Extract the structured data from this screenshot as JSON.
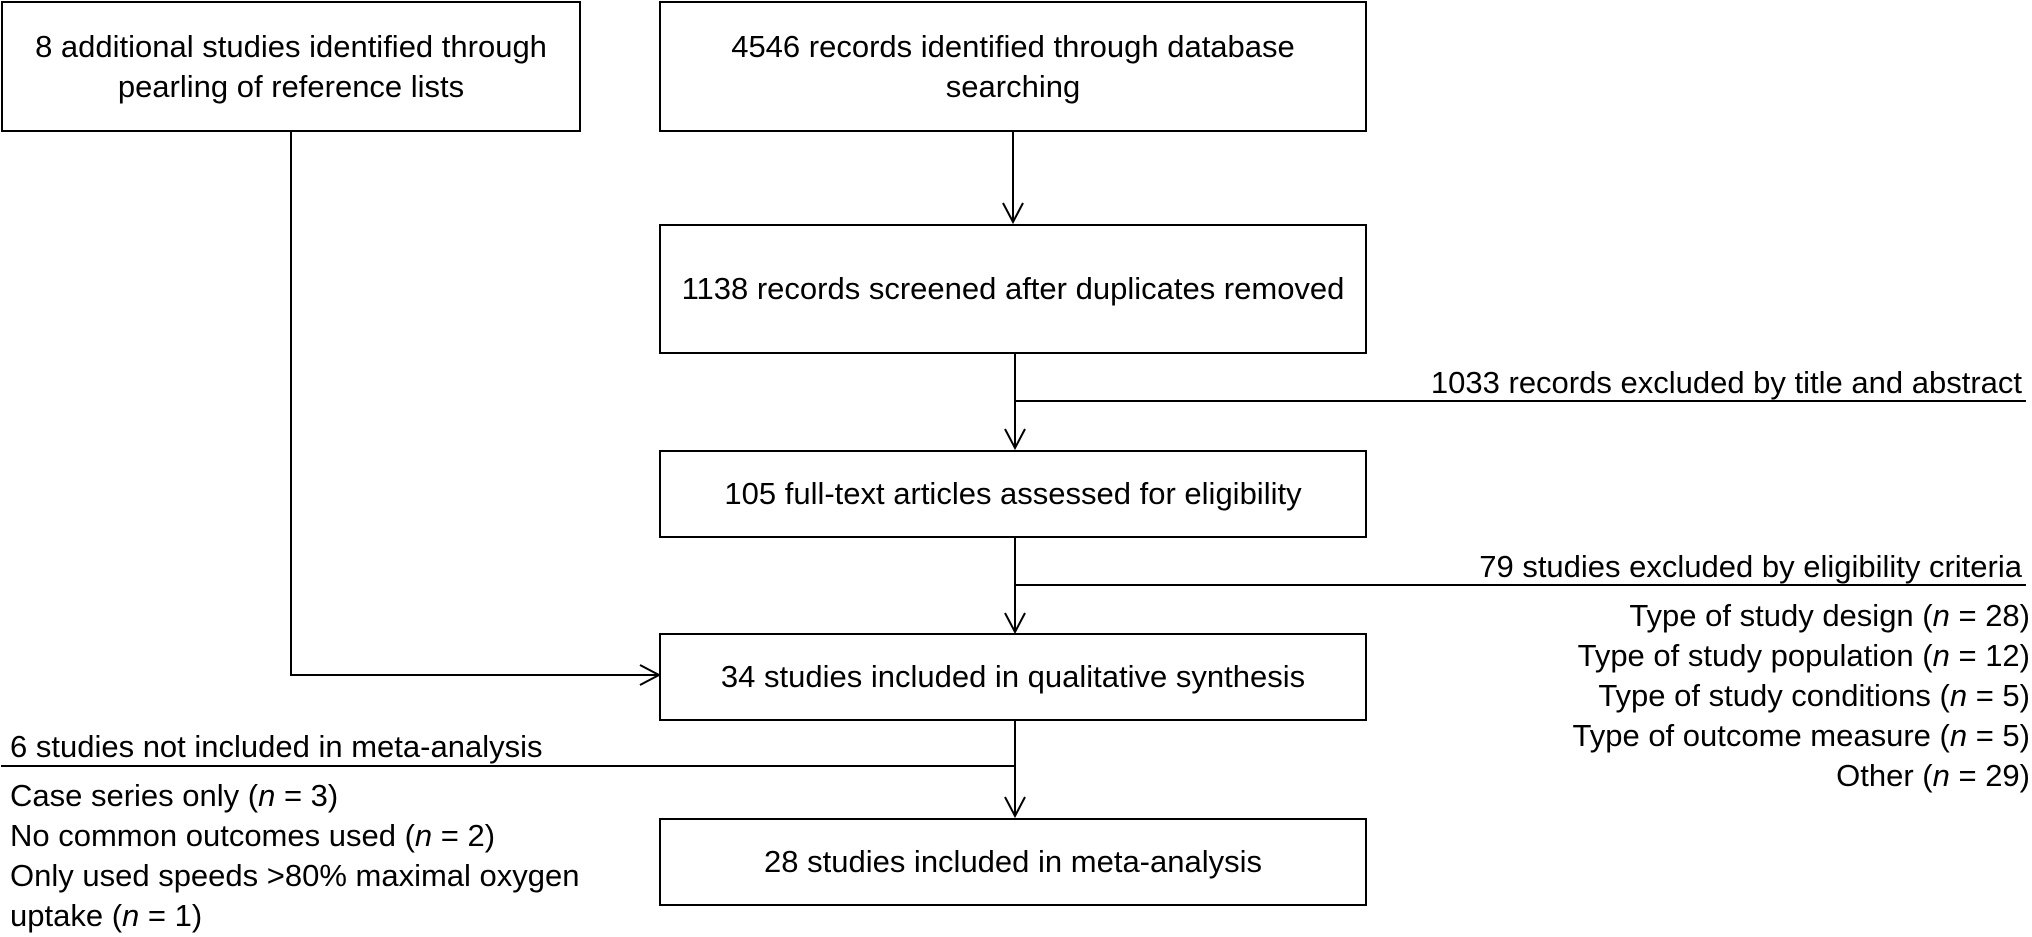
{
  "boxes": {
    "additional": "8 additional studies identified through pearling of reference lists",
    "identified": "4546 records identified through database searching",
    "screened": "1138 records screened after duplicates removed",
    "fulltext": "105 full-text articles assessed for eligibility",
    "qualitative": "34 studies included in qualitative synthesis",
    "meta": "28 studies included in meta-analysis"
  },
  "exclusions": {
    "title_abstract": "1033 records excluded by title and abstract",
    "eligibility": {
      "heading": "79 studies excluded by eligibility criteria",
      "items": [
        {
          "pre": "Type of study design (",
          "n": "n",
          "post": " = 28)"
        },
        {
          "pre": "Type of study population (",
          "n": "n",
          "post": " = 12)"
        },
        {
          "pre": "Type of study conditions (",
          "n": "n",
          "post": " = 5)"
        },
        {
          "pre": "Type of outcome measure (",
          "n": "n",
          "post": " = 5)"
        },
        {
          "pre": "Other (",
          "n": "n",
          "post": " = 29)"
        }
      ]
    },
    "meta": {
      "heading": "6 studies not included in meta-analysis",
      "items": [
        {
          "pre": "Case series only (",
          "n": "n",
          "post": " = 3)"
        },
        {
          "pre": "No common outcomes used (",
          "n": "n",
          "post": " = 2)"
        },
        {
          "pre": "Only used speeds >80% maximal oxygen",
          "n": "",
          "post": ""
        },
        {
          "pre": "uptake (",
          "n": "n",
          "post": " = 1)"
        }
      ]
    }
  }
}
